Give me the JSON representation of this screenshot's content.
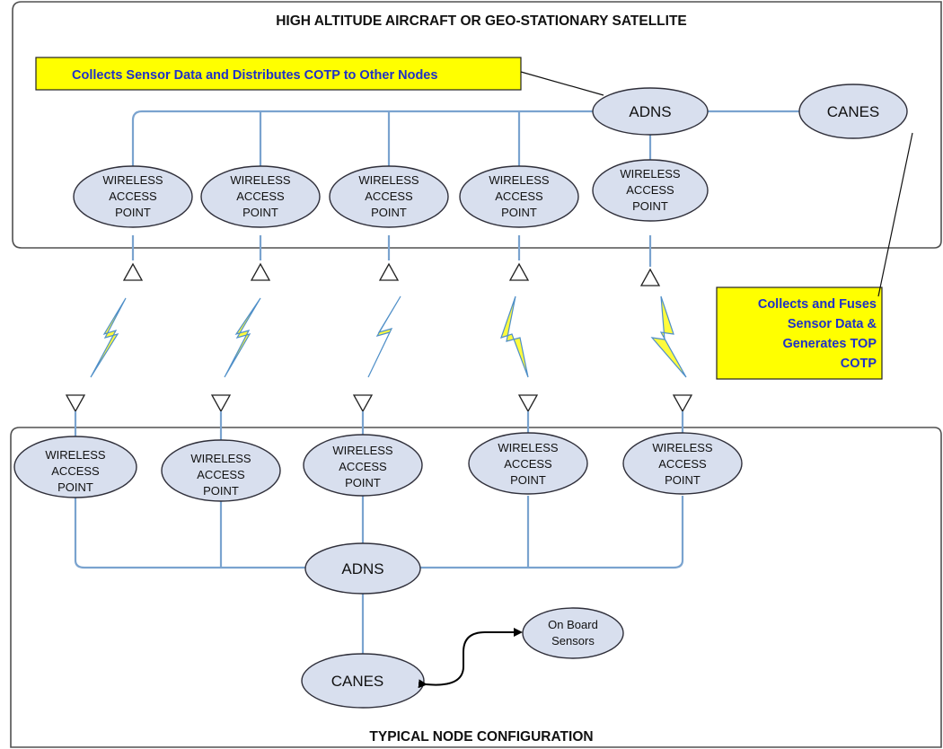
{
  "top_panel": {
    "title": "HIGH ALTITUDE AIRCRAFT OR GEO-STATIONARY SATELLITE",
    "adns": "ADNS",
    "canes": "CANES",
    "note": "Collects Sensor Data and Distributes COTP to Other Nodes"
  },
  "bottom_panel": {
    "title": "TYPICAL NODE CONFIGURATION",
    "adns": "ADNS",
    "canes": "CANES",
    "sensors": [
      "On Board",
      "Sensors"
    ]
  },
  "wap_lines": [
    "WIRELESS",
    "ACCESS",
    "POINT"
  ],
  "side_note": [
    "Collects and Fuses",
    "Sensor Data &",
    "Generates TOP",
    "COTP"
  ],
  "colors": {
    "node_fill": "#d8dfee",
    "note_fill": "#ffff00",
    "note_text": "#1f31c8",
    "wire": "#7aa3cf"
  }
}
